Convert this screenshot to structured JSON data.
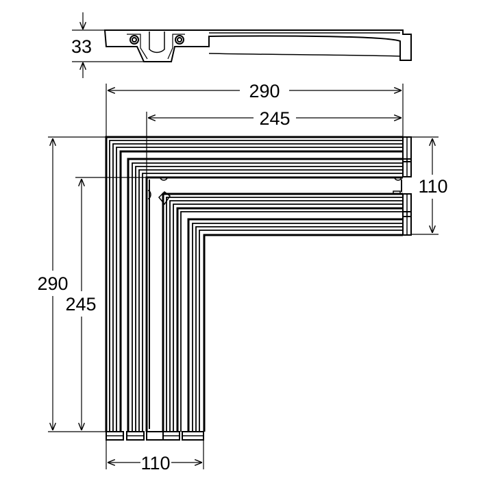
{
  "dimensions": {
    "height": "33",
    "top_outer_width": "290",
    "top_inner_width": "245",
    "right_leg_width": "110",
    "left_outer_height": "290",
    "left_inner_height": "245",
    "bottom_leg_width": "110"
  },
  "colors": {
    "line": "#000000",
    "background": "#ffffff"
  }
}
